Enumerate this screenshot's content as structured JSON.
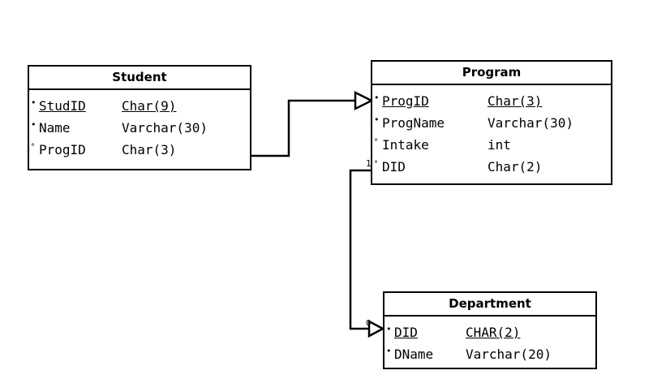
{
  "entities": {
    "student": {
      "title": "Student",
      "attrs": [
        {
          "marker": "•",
          "name": "StudID",
          "type": "Char(9)",
          "pk": true
        },
        {
          "marker": "•",
          "name": "Name",
          "type": "Varchar(30)",
          "pk": false
        },
        {
          "marker": "°",
          "name": "ProgID",
          "type": "Char(3)",
          "pk": false
        }
      ]
    },
    "program": {
      "title": "Program",
      "attrs": [
        {
          "marker": "•",
          "name": "ProgID",
          "type": "Char(3)",
          "pk": true
        },
        {
          "marker": "•",
          "name": "ProgName",
          "type": "Varchar(30)",
          "pk": false
        },
        {
          "marker": "°",
          "name": "Intake",
          "type": "int",
          "pk": false
        },
        {
          "marker": "°",
          "name": "DID",
          "type": "Char(2)",
          "pk": false
        }
      ]
    },
    "department": {
      "title": "Department",
      "attrs": [
        {
          "marker": "•",
          "name": "DID",
          "type": "CHAR(2)",
          "pk": true
        },
        {
          "marker": "•",
          "name": "DName",
          "type": "Varchar(20)",
          "pk": false
        }
      ]
    }
  },
  "relations": {
    "program_dept_label": "1",
    "dept_label": "0"
  }
}
